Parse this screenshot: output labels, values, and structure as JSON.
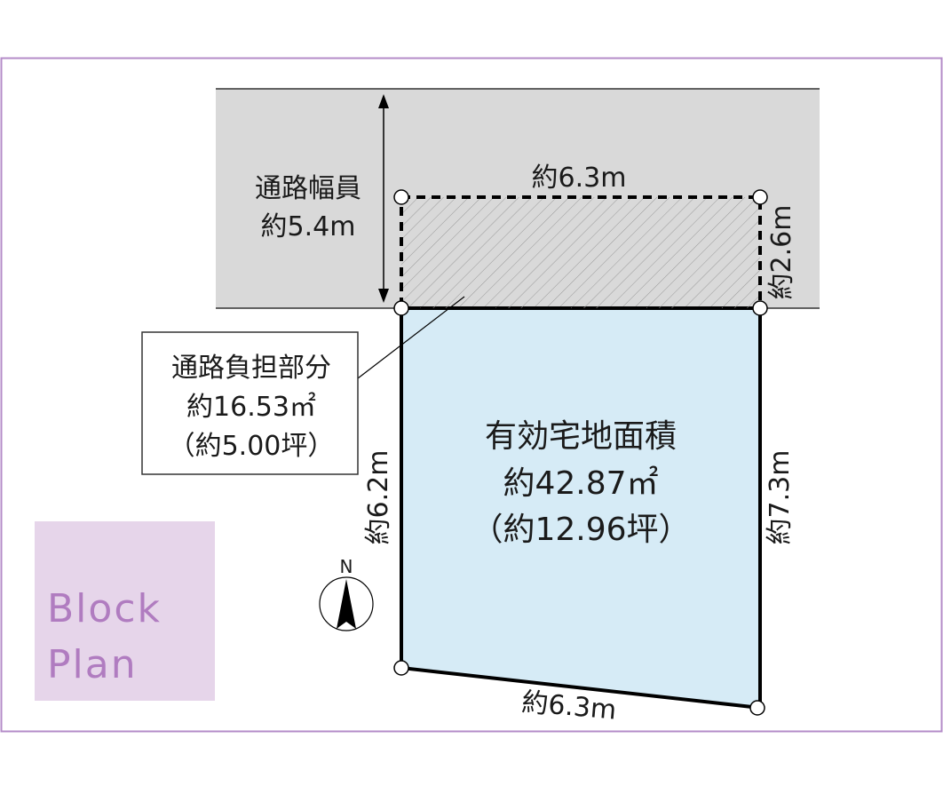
{
  "title_block": {
    "line1": "Block",
    "line2": "Plan"
  },
  "road": {
    "label_line1": "通路幅員",
    "label_line2": "約5.4m"
  },
  "burden_area": {
    "top_dimension": "約6.3m",
    "side_dimension": "約2.6m",
    "callout_line1": "通路負担部分",
    "callout_line2": "約16.53㎡",
    "callout_line3": "（約5.00坪）"
  },
  "lot": {
    "label_line1": "有効宅地面積",
    "label_line2": "約42.87㎡",
    "label_line3": "（約12.96坪）",
    "left_dimension": "約6.2m",
    "right_dimension": "約7.3m",
    "bottom_dimension": "約6.3m"
  },
  "compass": {
    "north_label": "N"
  },
  "colors": {
    "frame": "#b48cc8",
    "title_bg": "#e6d5ea",
    "title_text": "#b07cc0",
    "road": "#d9d9d9",
    "lot": "#d6ebf6"
  }
}
